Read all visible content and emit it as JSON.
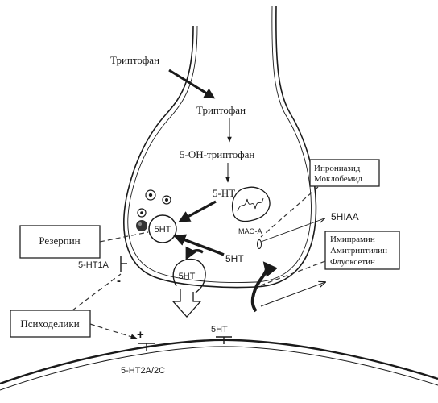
{
  "pathway": {
    "tryptophan_outside": "Триптофан",
    "tryptophan_inside": "Триптофан",
    "hydroxytryptophan": "5-OH-триптофан",
    "serotonin_synthesized": "5-HT"
  },
  "terminal": {
    "vesicle_label": "5HT",
    "mao_label": "MAO-A",
    "metabolite_label": "5HIAA",
    "reuptake_label": "5HT",
    "released_label": "5HT",
    "autoreceptor_label": "5-HT1A",
    "autoreceptor_sign": "-"
  },
  "drugs": {
    "mao_inhibitors": [
      "Ипрониазид",
      "Моклобемид"
    ],
    "reuptake_inhibitors": [
      "Имипрамин",
      "Амитриптилин",
      "Флуоксетин"
    ],
    "vmat_blocker": "Резерпин",
    "psychedelics": "Психоделики"
  },
  "postsynaptic": {
    "serotonin_label": "5HT",
    "receptor_label": "5-HT2A/2C",
    "receptor_sign": "+"
  },
  "colors": {
    "ink": "#1a1a1a",
    "label_grey": "#555555",
    "background": "#ffffff"
  }
}
